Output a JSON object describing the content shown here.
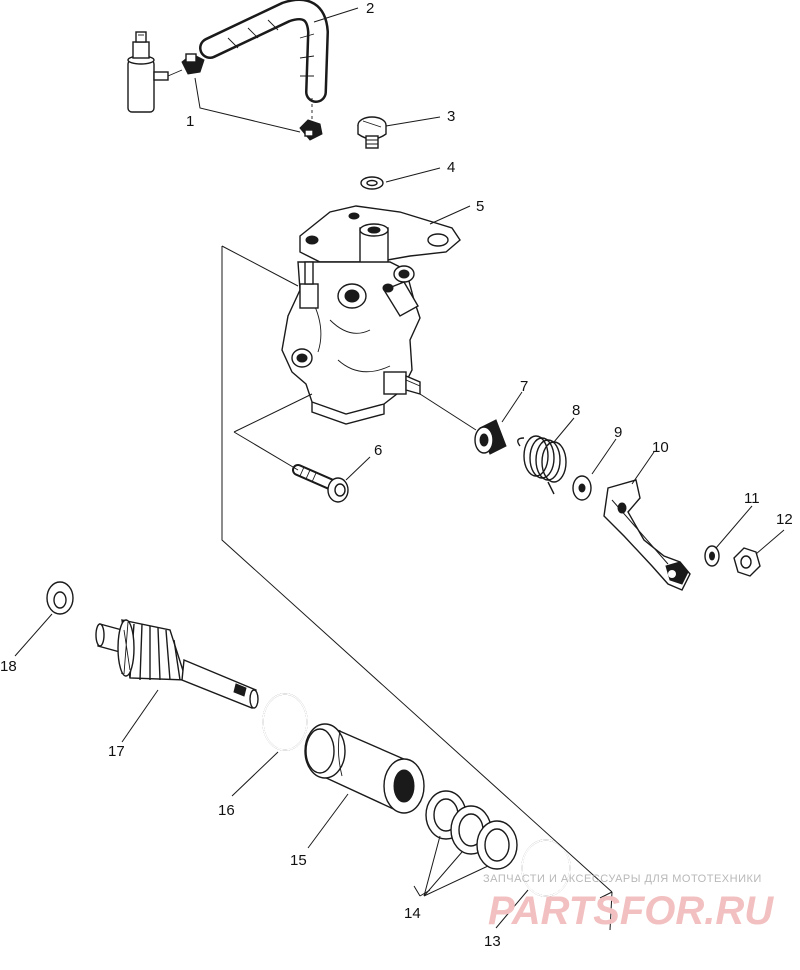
{
  "diagram": {
    "callouts": [
      {
        "id": "1",
        "label": "1"
      },
      {
        "id": "2",
        "label": "2"
      },
      {
        "id": "3",
        "label": "3"
      },
      {
        "id": "4",
        "label": "4"
      },
      {
        "id": "5",
        "label": "5"
      },
      {
        "id": "6",
        "label": "6"
      },
      {
        "id": "7",
        "label": "7"
      },
      {
        "id": "8",
        "label": "8"
      },
      {
        "id": "9",
        "label": "9"
      },
      {
        "id": "10",
        "label": "10"
      },
      {
        "id": "11",
        "label": "11"
      },
      {
        "id": "12",
        "label": "12"
      },
      {
        "id": "13",
        "label": "13"
      },
      {
        "id": "14",
        "label": "14"
      },
      {
        "id": "15",
        "label": "15"
      },
      {
        "id": "16",
        "label": "16"
      },
      {
        "id": "17",
        "label": "17"
      },
      {
        "id": "18",
        "label": "18"
      }
    ]
  },
  "watermark": {
    "tagline": "ЗАПЧАСТИ И АКСЕССУАРЫ ДЛЯ МОТОТЕХНИКИ",
    "logo": "PARTSFOR.RU"
  }
}
